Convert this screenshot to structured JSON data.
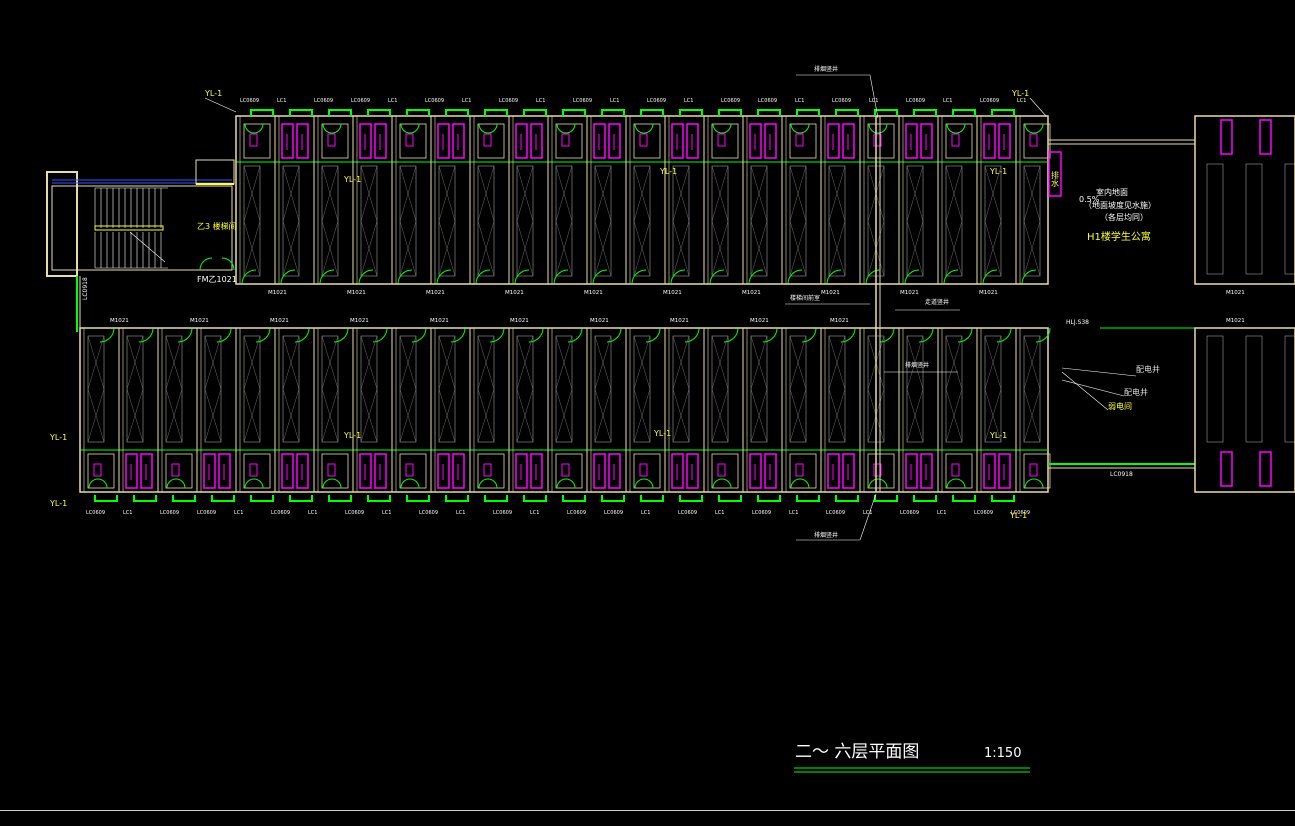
{
  "title": "二～ 六层平面图",
  "scale": "1:150",
  "stair_door": "FM乙1021",
  "stair_label": "乙3 楼梯间",
  "corridor_window_left": "LC0918",
  "corridor_window_right": "LC0918",
  "door_label": "M1021",
  "window_labels": [
    "LC0609",
    "LC1",
    "LC0609",
    "LC0609",
    "LC1",
    "LC0609",
    "LC1",
    "LC0609",
    "LC1",
    "LC0609",
    "LC1"
  ],
  "riser_labels": {
    "top_left": "YL-1",
    "mid": "YL-1",
    "top_mid": "YL-1",
    "top_right": "YL-1",
    "right_top": "YL-1",
    "bottom_left_a": "YL-1",
    "bottom_left_b": "YL-1",
    "bottom_mid_a": "YL-1",
    "bottom_mid_b": "YL-1",
    "bottom_right_a": "YL-1",
    "bottom_right_b": "YL-1"
  },
  "annotations": {
    "leader_top": "排烟竖井",
    "leader_bottom": "排烟竖井",
    "corridor_note_1": "楼梯间前室",
    "corridor_note_2": "走道竖井",
    "corridor_note_3": "排烟竖井",
    "right_door": "HLJ.S38",
    "right_a": "配电井",
    "right_b": "配电井",
    "right_c": "弱电间"
  },
  "right_block": {
    "slope": "0.5%",
    "line1": "室内地面",
    "line2": "（地面坡度见水施）",
    "line3": "（各层均同）",
    "building": "H1楼学生公寓",
    "vertical": "排水"
  }
}
